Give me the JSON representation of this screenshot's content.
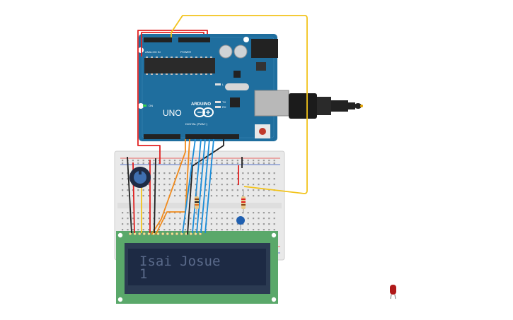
{
  "arduino": {
    "brand": "ARDUINO",
    "model": "UNO",
    "header_analog": "ANALOG IN",
    "header_power": "POWER",
    "header_digital": "DIGITAL (PWM~)",
    "on_label": "ON",
    "tx_label": "TX",
    "rx_label": "RX",
    "l_label": "L"
  },
  "lcd": {
    "line1": "Isai Josue",
    "line2": "1"
  },
  "colors": {
    "arduino_board": "#1f6e9e",
    "lcd_pcb": "#5aa86a",
    "lcd_screen": "#1d2a44",
    "wire_red": "#e02020",
    "wire_black": "#222222",
    "wire_yellow": "#f2c31b",
    "wire_orange": "#f08a1c",
    "wire_blue": "#1a8cd8",
    "led_red": "#b01a1a"
  }
}
